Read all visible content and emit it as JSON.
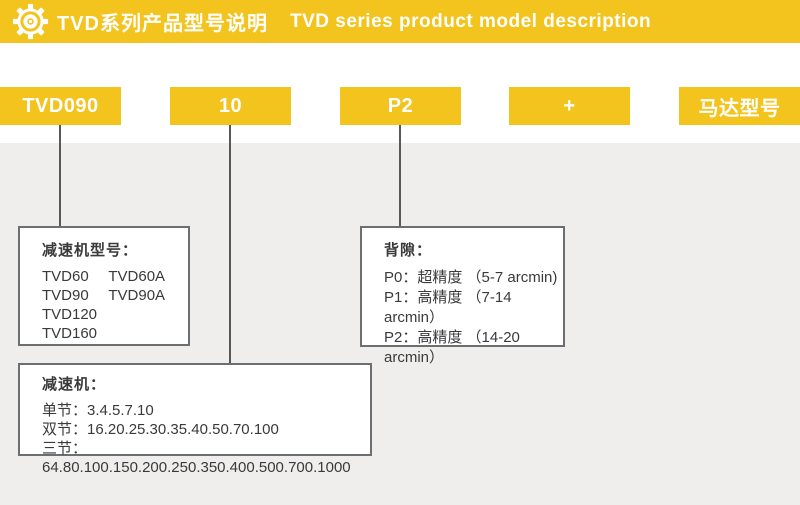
{
  "header": {
    "icon": "gear-icon",
    "title_zh": "TVD系列产品型号说明",
    "title_en": "TVD series product model description"
  },
  "colors": {
    "accent_yellow": "#f3c31e",
    "background_gray": "#efeeec",
    "connector_line": "#57585a",
    "box_border": "#6d6e70",
    "text": "#3a3a3c"
  },
  "model_code_boxes": [
    {
      "label": "TVD090"
    },
    {
      "label": "10"
    },
    {
      "label": "P2"
    },
    {
      "label": "+"
    },
    {
      "label": "马达型号"
    }
  ],
  "detail_boxes": {
    "reducer_model": {
      "title": "减速机型号：",
      "col1": [
        "TVD60",
        "TVD90",
        "TVD120",
        "TVD160"
      ],
      "col2": [
        "TVD60A",
        "TVD90A"
      ]
    },
    "backlash": {
      "title": "背隙：",
      "rows": [
        "P0：超精度 （5-7 arcmin)",
        "P1：高精度 （7-14 arcmin）",
        "P2：高精度 （14-20 arcmin）"
      ]
    },
    "reducer_ratio": {
      "title": "减速机：",
      "rows": [
        "单节：3.4.5.7.10",
        "双节：16.20.25.30.35.40.50.70.100",
        "三节：64.80.100.150.200.250.350.400.500.700.1000"
      ]
    }
  }
}
